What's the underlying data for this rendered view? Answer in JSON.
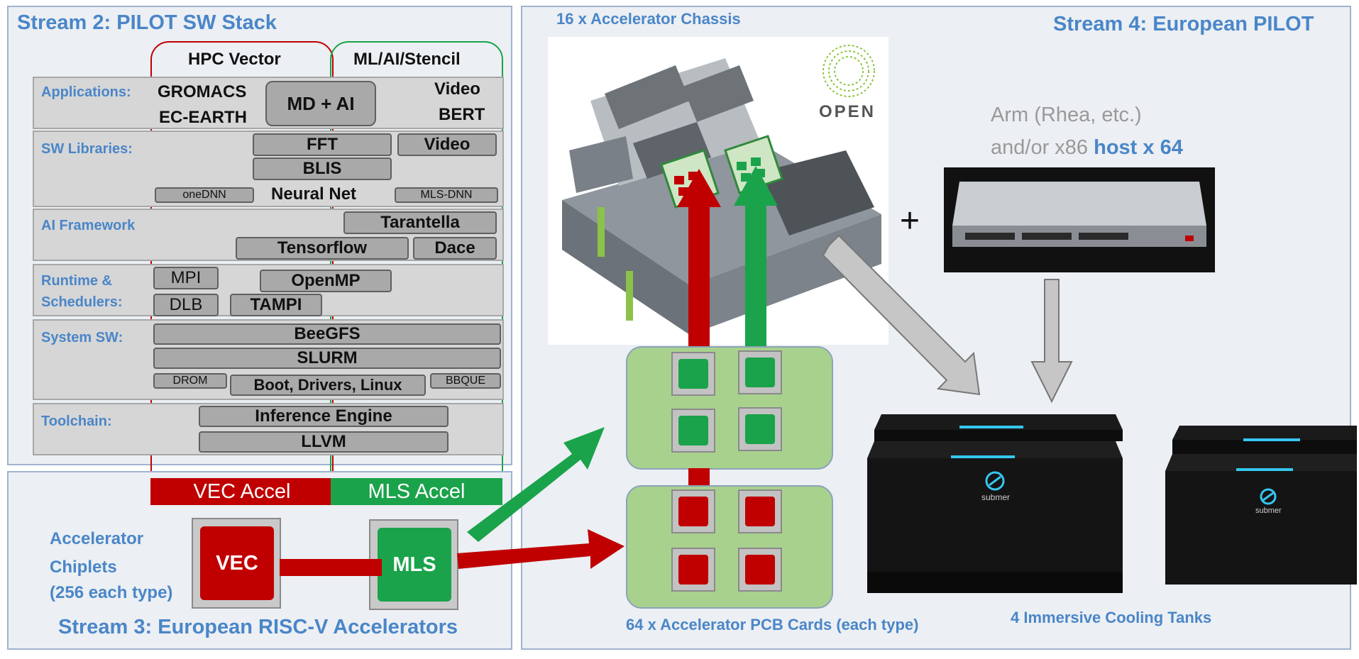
{
  "stream2": {
    "title": "Stream 2: PILOT SW Stack",
    "col_hpc": "HPC Vector",
    "col_ml": "ML/AI/Stencil",
    "rows": {
      "applications": {
        "label": "Applications:",
        "gromacs": "GROMACS",
        "ecearth": "EC-EARTH",
        "mdai": "MD + AI",
        "video": "Video",
        "bert": "BERT"
      },
      "libraries": {
        "label": "SW Libraries:",
        "fft": "FFT",
        "video": "Video",
        "blis": "BLIS",
        "onednn": "oneDNN",
        "neuralnet": "Neural Net",
        "mlsdnn": "MLS-DNN"
      },
      "framework": {
        "label": "AI Framework",
        "tarantella": "Tarantella",
        "tensorflow": "Tensorflow",
        "dace": "Dace"
      },
      "runtime": {
        "label_line1": "Runtime &",
        "label_line2": "Schedulers:",
        "mpi": "MPI",
        "openmp": "OpenMP",
        "dlb": "DLB",
        "tampi": "TAMPI"
      },
      "system": {
        "label": "System SW:",
        "beegfs": "BeeGFS",
        "slurm": "SLURM",
        "drom": "DROM",
        "boot": "Boot, Drivers, Linux",
        "bbque": "BBQUE"
      },
      "toolchain": {
        "label": "Toolchain:",
        "inference": "Inference Engine",
        "llvm": "LLVM"
      }
    },
    "vec_accel": "VEC Accel",
    "mls_accel": "MLS Accel"
  },
  "stream3": {
    "title": "Stream 3: European RISC-V Accelerators",
    "chiplets_line1": "Accelerator",
    "chiplets_line2": "Chiplets",
    "chiplets_line3": "(256 each type)",
    "vec": "VEC",
    "mls": "MLS"
  },
  "stream4": {
    "title": "Stream 4: European PILOT",
    "chassis": "16 x Accelerator Chassis",
    "open_logo": "OPEN",
    "host_line1": "Arm (Rhea, etc.)",
    "host_line2a": "and/or x86 ",
    "host_line2b": "host x 64",
    "plus": "+",
    "pcb": "64 x Accelerator PCB Cards (each type)",
    "tanks": "4 Immersive Cooling Tanks",
    "tank_logo": "submer"
  },
  "colors": {
    "red": "#c00000",
    "green": "#1aa34a",
    "blue": "#4a86c8",
    "card": "#a9d18e"
  }
}
